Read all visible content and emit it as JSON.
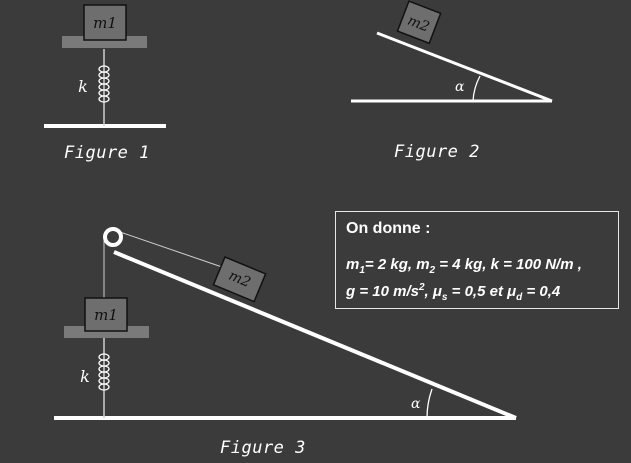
{
  "figure1": {
    "caption": "Figure 1",
    "mass_label": "m1",
    "spring_label": "k"
  },
  "figure2": {
    "caption": "Figure 2",
    "mass_label": "m2",
    "angle_label": "α"
  },
  "figure3": {
    "caption": "Figure 3",
    "mass1_label": "m1",
    "mass2_label": "m2",
    "spring_label": "k",
    "angle_label": "α"
  },
  "given": {
    "title": "On donne :",
    "m1": "2 kg",
    "m2": "4 kg",
    "k": "100 N/m",
    "g": "10 m/s",
    "mu_s": "0,5",
    "mu_d": "0,4"
  },
  "colors": {
    "background": "#3b3b3b",
    "line": "#ffffff",
    "block": "#6e6e6e",
    "tray": "#7a7a7a"
  }
}
